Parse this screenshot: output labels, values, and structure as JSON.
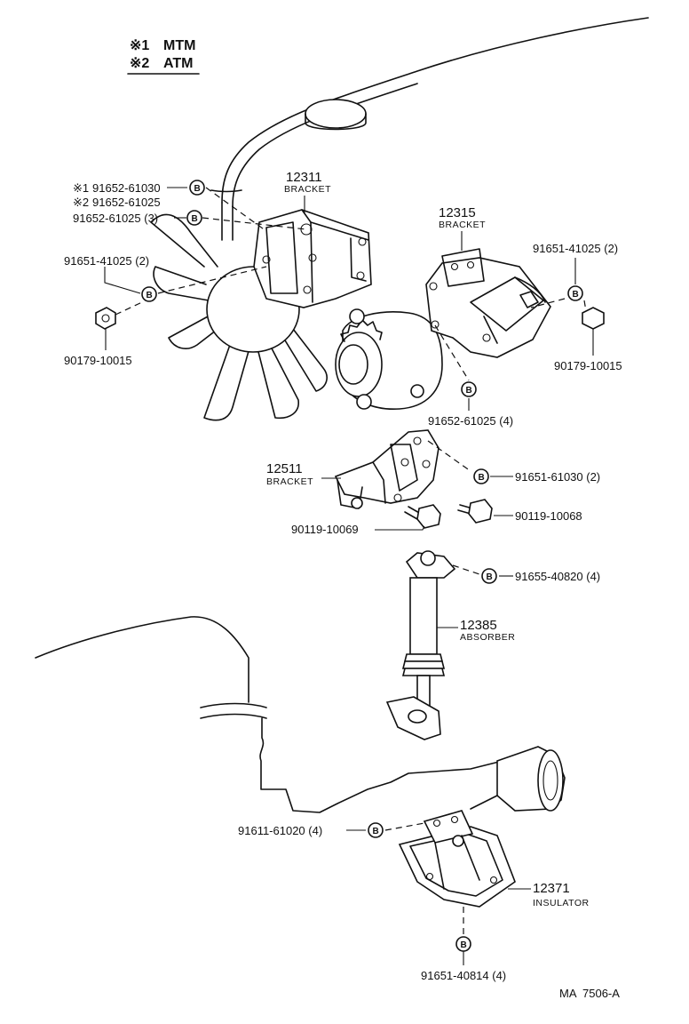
{
  "legend": {
    "row1_mark": "※1",
    "row1_text": "MTM",
    "row2_mark": "※2",
    "row2_text": "ATM"
  },
  "bolt_mark": "B",
  "parts": {
    "bracket_12311": {
      "number": "12311",
      "name": "BRACKET"
    },
    "bracket_12315": {
      "number": "12315",
      "name": "BRACKET"
    },
    "bracket_12511": {
      "number": "12511",
      "name": "BRACKET"
    },
    "absorber_12385": {
      "number": "12385",
      "name": "ABSORBER"
    },
    "insulator_12371": {
      "number": "12371",
      "name": "INSULATOR"
    }
  },
  "callouts": {
    "c1_mark": "※1",
    "c1": "91652-61030",
    "c2_mark": "※2",
    "c2": "91652-61025",
    "c3": "91652-61025 (3)",
    "c4": "91651-41025 (2)",
    "c5": "90179-10015",
    "c6": "91651-41025 (2)",
    "c7": "90179-10015",
    "c8": "91652-61025 (4)",
    "c9": "91651-61030 (2)",
    "c10": "90119-10069",
    "c11": "90119-10068",
    "c12": "91655-40820 (4)",
    "c13": "91611-61020 (4)",
    "c14": "91651-40814 (4)"
  },
  "footer_code": "MA  7506-A"
}
